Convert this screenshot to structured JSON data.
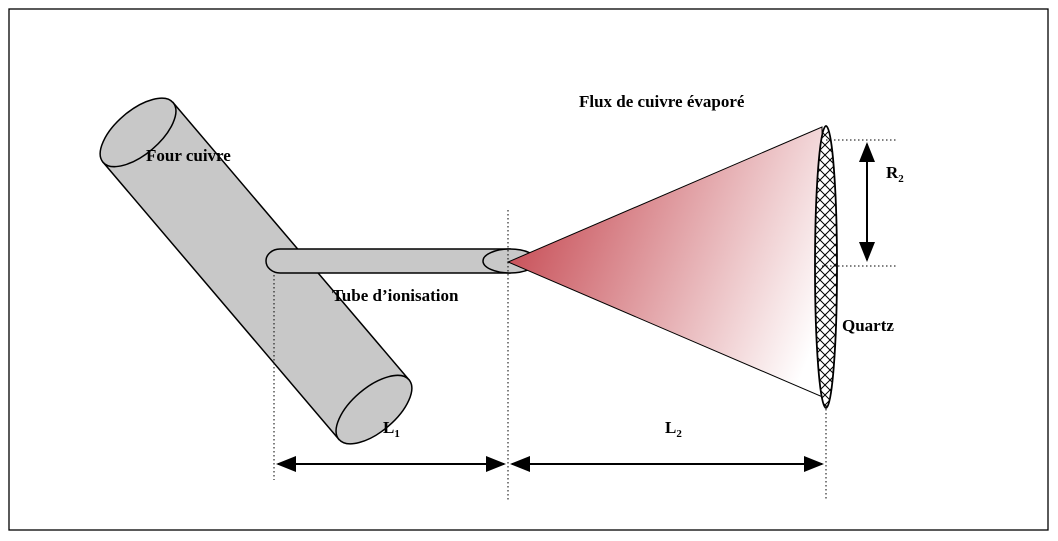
{
  "labels": {
    "furnace": "Four cuivre",
    "flux": "Flux de cuivre évaporé",
    "tube": "Tube d’ionisation",
    "quartz": "Quartz",
    "r2": {
      "main": "R",
      "sub": "2"
    },
    "l1": {
      "main": "L",
      "sub": "1"
    },
    "l2": {
      "main": "L",
      "sub": "2"
    }
  },
  "colors": {
    "body_fill": "#c8c8c8",
    "stroke": "#000000",
    "cone_start": "#c9545c",
    "cone_end": "#ffffff",
    "frame": "#000000"
  }
}
